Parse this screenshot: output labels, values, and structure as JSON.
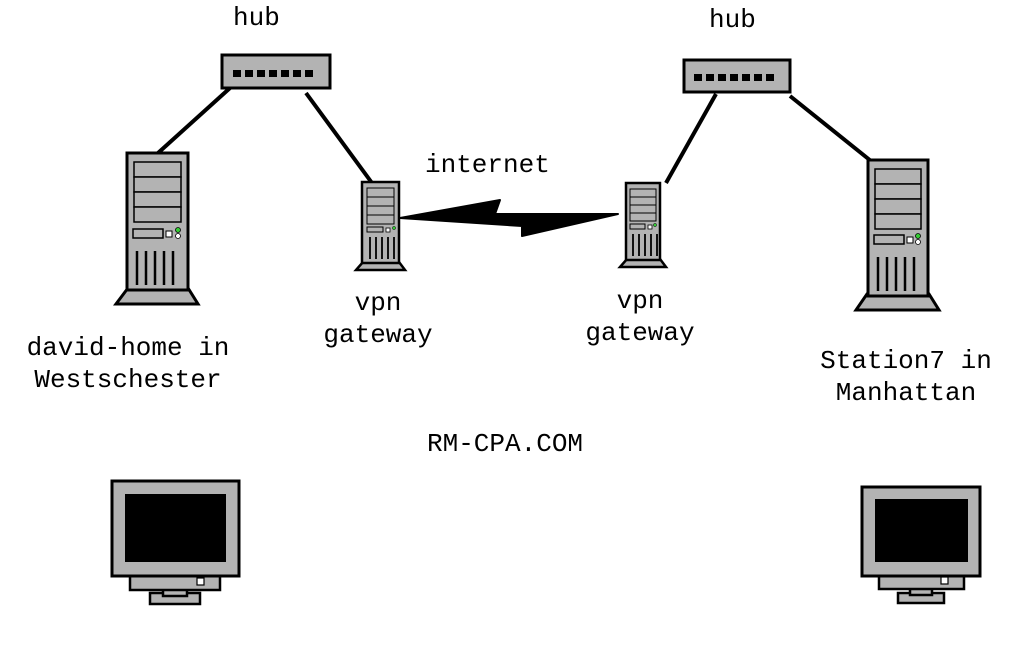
{
  "labels": {
    "hub_left": "hub",
    "hub_right": "hub",
    "internet": "internet",
    "vpn_left_line1": "vpn",
    "vpn_left_line2": "gateway",
    "vpn_right_line1": "vpn",
    "vpn_right_line2": "gateway",
    "home_line1": "david-home in",
    "home_line2": "Westschester",
    "station_line1": "Station7 in",
    "station_line2": "Manhattan",
    "domain": "RM-CPA.COM"
  },
  "icons": {
    "hub": "network-hub-icon",
    "tower": "server-tower-icon",
    "gateway": "vpn-gateway-icon",
    "link": "lightning-bolt-icon",
    "monitor": "monitor-icon"
  },
  "colors": {
    "device_fill": "#b3b3b3",
    "stroke": "#000000",
    "screen": "#000000",
    "led_green": "#33cc33"
  }
}
